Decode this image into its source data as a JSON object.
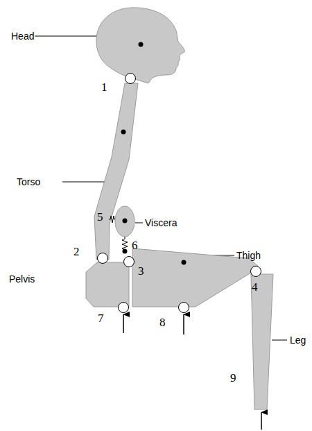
{
  "diagram": {
    "labels": [
      "Head",
      "1",
      "Torso",
      "5",
      "Viscera",
      "2",
      "6",
      "Pelvis",
      "3",
      "Thigh",
      "4",
      "7",
      "8",
      "Leg",
      "9"
    ]
  }
}
